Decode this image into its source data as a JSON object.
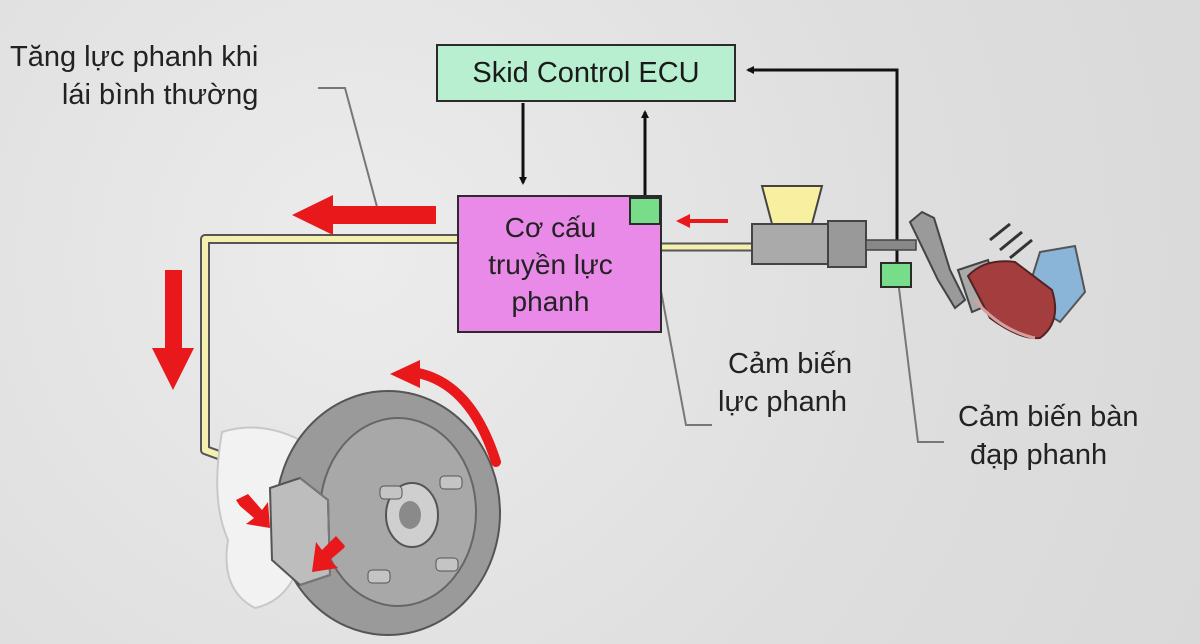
{
  "ecu": {
    "label": "Skid Control ECU"
  },
  "actuator": {
    "lines": [
      "Cơ cấu",
      "truyền lực",
      "phanh"
    ]
  },
  "labels": {
    "normal_boost": [
      "Tăng lực phanh khi",
      "lái bình thường"
    ],
    "force_sensor": [
      "Cảm biến",
      "lực phanh"
    ],
    "pedal_sensor": [
      "Cảm biến bàn",
      "đạp phanh"
    ]
  },
  "colors": {
    "ecu_fill": "#b7efd0",
    "actuator_fill": "#e98ae8",
    "sensor_fill": "#77dd88",
    "arrow_red": "#e8181b",
    "brake_line": "#f3f0b0",
    "reservoir": "#f8f0a0",
    "disc": "#8d8d8d"
  }
}
